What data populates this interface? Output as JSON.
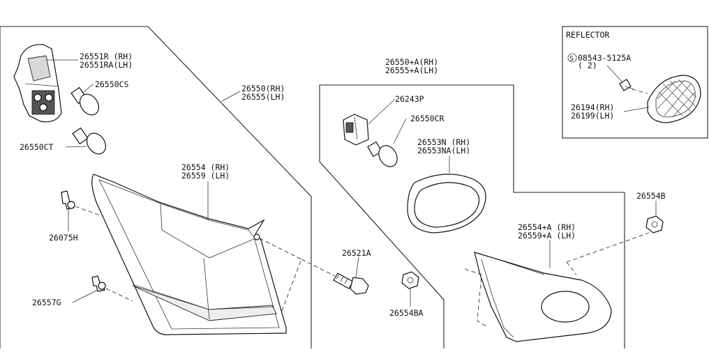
{
  "labels": {
    "housing_rh": "26551R (RH)",
    "housing_lh": "26551RA(LH)",
    "bulb_cs": "26550CS",
    "bulb_ct": "26550CT",
    "lamp_assy_rh": "26550(RH)",
    "lamp_assy_lh": "26555(LH)",
    "lens_rh": "26554 (RH)",
    "lens_lh": "26559 (LH)",
    "clip_h": "26075H",
    "clip_g": "26557G",
    "bolt": "26521A",
    "nut_ba": "26554BA",
    "inner_assy_rh": "26550+A(RH)",
    "inner_assy_lh": "26555+A(LH)",
    "socket": "26243P",
    "bulb_cr": "26550CR",
    "gasket_rh": "26553N (RH)",
    "gasket_lh": "26553NA(LH)",
    "inner_lens_rh": "26554+A (RH)",
    "inner_lens_lh": "26559+A (LH)",
    "nut_b": "26554B",
    "reflector_title": "REFLECTOR",
    "screw_symbol": "S",
    "screw": "08543-5125A",
    "screw_qty": "( 2)",
    "reflector_rh": "26194(RH)",
    "reflector_lh": "26199(LH)"
  }
}
